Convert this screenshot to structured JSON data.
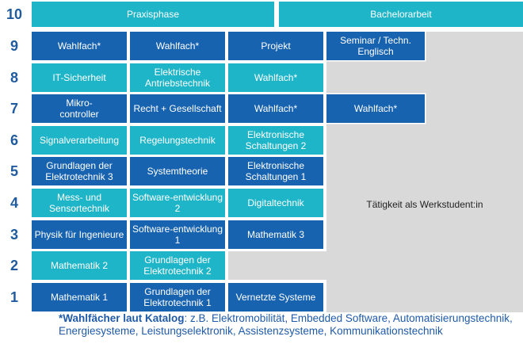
{
  "semesters": [
    "10",
    "9",
    "8",
    "7",
    "6",
    "5",
    "4",
    "3",
    "2",
    "1"
  ],
  "row10": {
    "praxisphase": "Praxisphase",
    "bachelorarbeit": "Bachelorarbeit"
  },
  "row9": [
    "Wahlfach*",
    "Wahlfach*",
    "Projekt",
    "Seminar / Techn.\nEnglisch"
  ],
  "row8": [
    "IT-Sicherheit",
    "Elektrische\nAntriebstechnik",
    "Wahlfach*"
  ],
  "row7": [
    "Mikro-\ncontroller",
    "Recht + Gesellschaft",
    "Wahlfach*",
    "Wahlfach*"
  ],
  "row6": [
    "Signalverarbeitung",
    "Regelungstechnik",
    "Elektronische\nSchaltungen 2"
  ],
  "row5": [
    "Grundlagen der\nElektrotechnik 3",
    "Systemtheorie",
    "Elektronische\nSchaltungen 1"
  ],
  "row4": [
    "Mess- und\nSensortechnik",
    "Software-entwicklung\n2",
    "Digitaltechnik"
  ],
  "row3": [
    "Physik für Ingenieure",
    "Software-entwicklung\n1",
    "Mathematik 3"
  ],
  "row2": [
    "Mathematik 2",
    "Grundlagen der\nElektrotechnik 2"
  ],
  "row1": [
    "Mathematik 1",
    "Grundlagen der\nElektrotechnik 1",
    "Vernetzte Systeme"
  ],
  "werkstudent": "Tätigkeit als Werkstudent:in",
  "footnote": {
    "label": "*Wahlfächer laut Katalog",
    "text": ": z.B. Elektromobilität, Embedded Software, Automatisierungstechnik, Energiesysteme, Leistungselektronik, Assistenzsysteme, Kommunikationstechnik"
  },
  "colors": {
    "dark": "#1863b0",
    "light": "#1fb5c8",
    "gray": "#d9d9d9",
    "semester": "#1f5b9e"
  }
}
